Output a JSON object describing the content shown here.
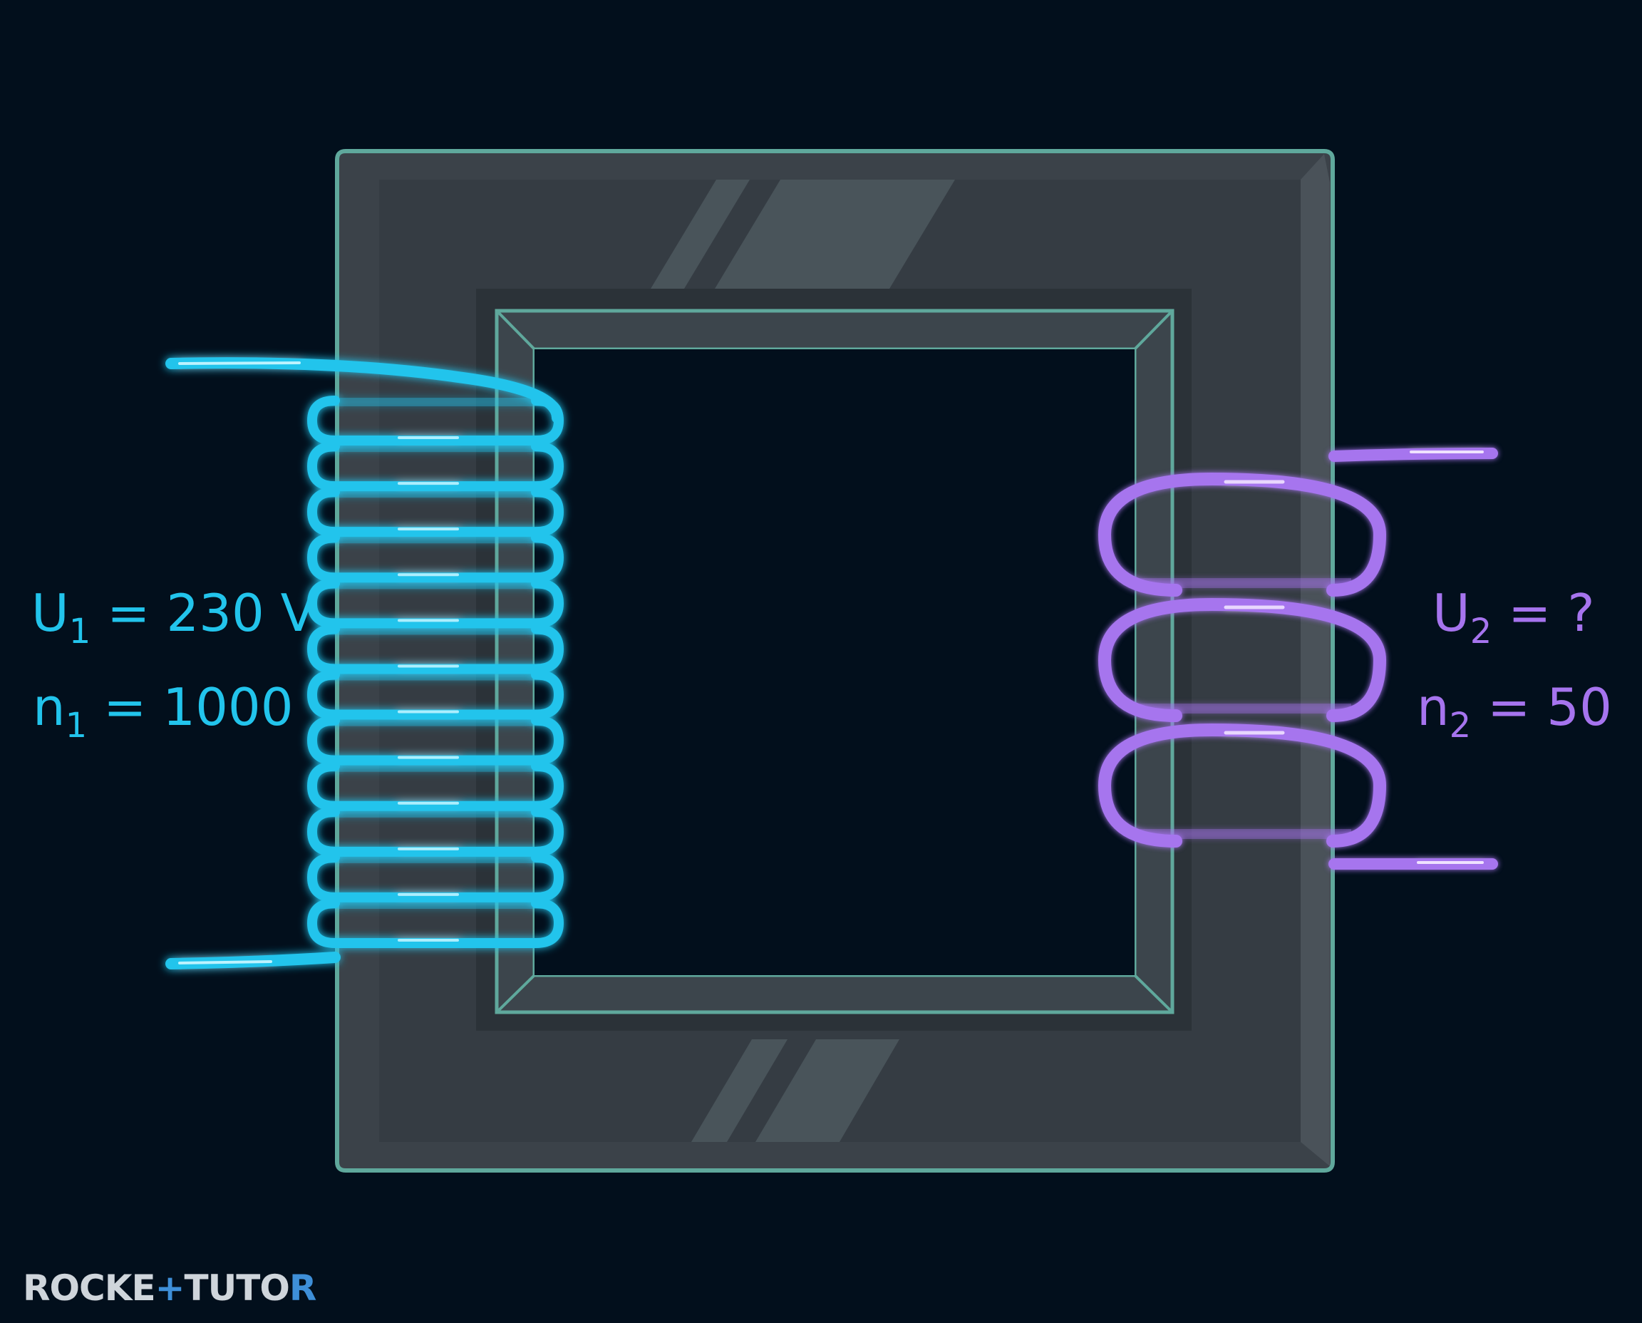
{
  "primary": {
    "voltage": {
      "symbol": "U",
      "index": "1",
      "value": "= 230 V"
    },
    "turns": {
      "symbol": "n",
      "index": "1",
      "value": "= 1000"
    },
    "coil_turns_drawn": 12,
    "color": "#22c4ec"
  },
  "secondary": {
    "voltage": {
      "symbol": "U",
      "index": "2",
      "value": "= ?"
    },
    "turns": {
      "symbol": "n",
      "index": "2",
      "value": "= 50"
    },
    "coil_turns_drawn": 3,
    "color": "#a674ee"
  },
  "core": {
    "fill": "#3b4249",
    "edge": "#5fa89c"
  },
  "logo": {
    "part1": "ROCKE",
    "plus": "+",
    "part2": "TUTO",
    "part3": "R"
  }
}
